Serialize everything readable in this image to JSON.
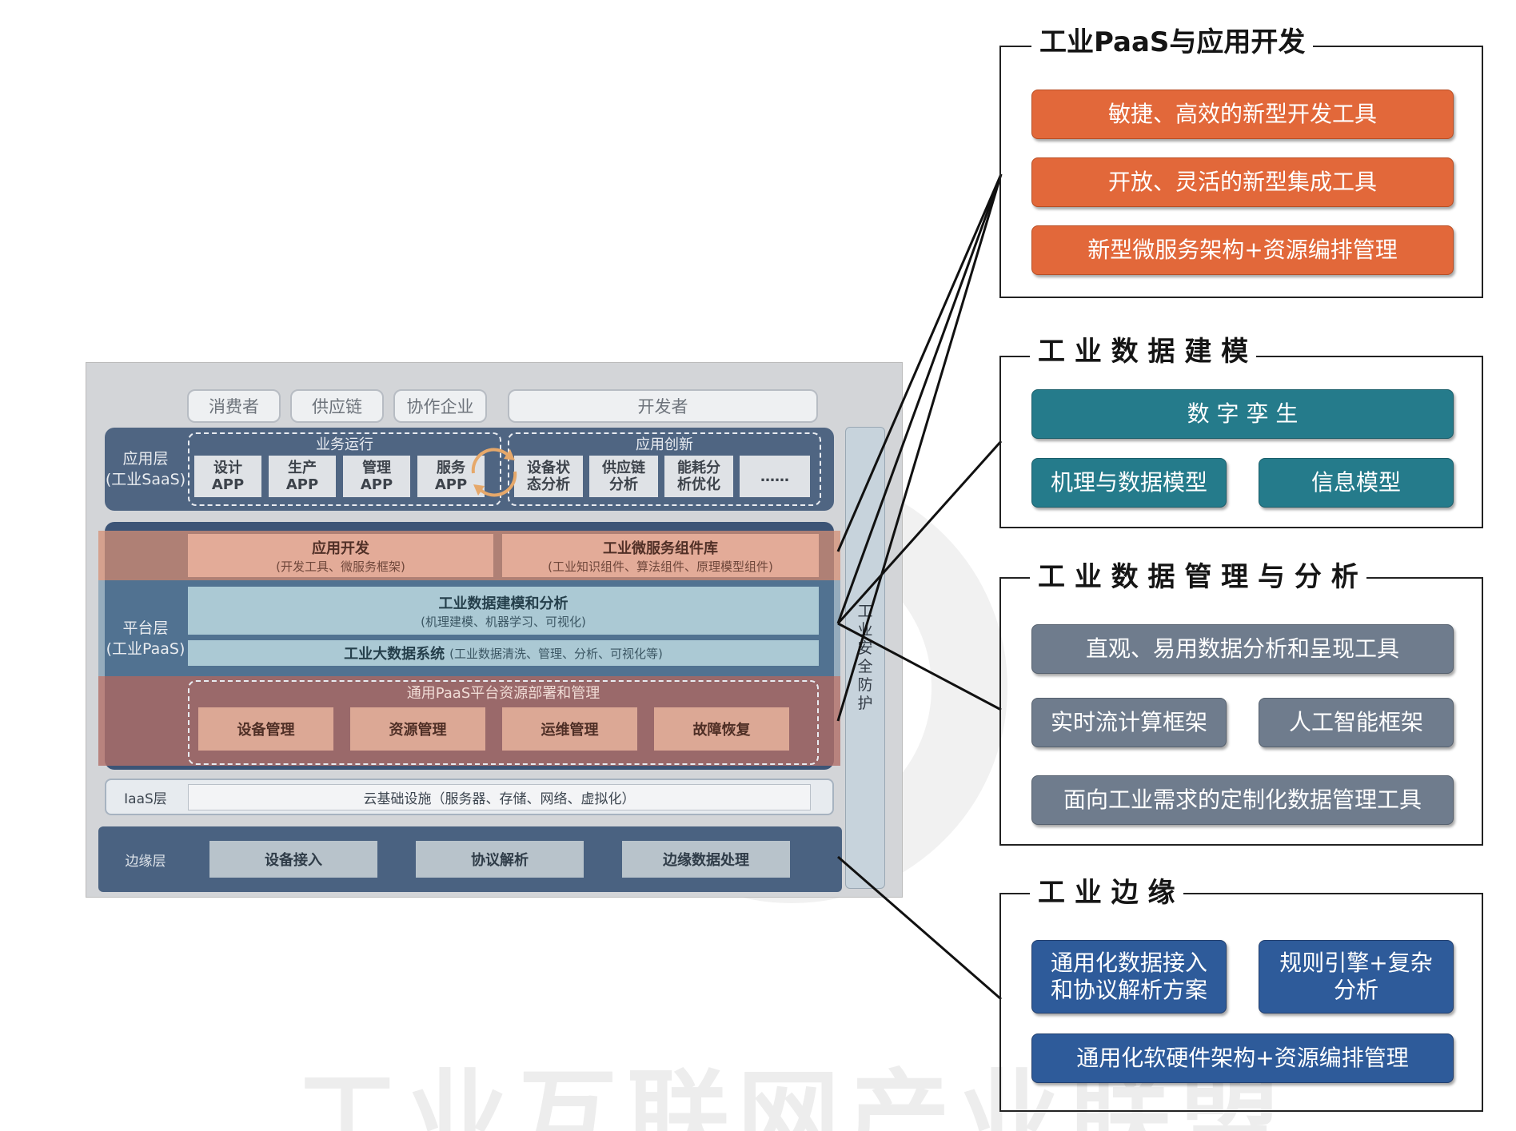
{
  "watermark": "工业互联网产业联盟",
  "diagram": {
    "top_pills": [
      "消费者",
      "供应链",
      "协作企业",
      "开发者"
    ],
    "app_layer": {
      "label": "应用层\n(工业SaaS)",
      "business_group": "业务运行",
      "business_apps": [
        "设计\nAPP",
        "生产\nAPP",
        "管理\nAPP",
        "服务\nAPP"
      ],
      "innovation_group": "应用创新",
      "innovation_apps": [
        "设备状\n态分析",
        "供应链\n分析",
        "能耗分\n析优化",
        "……"
      ]
    },
    "platform_layer": {
      "label": "平台层\n(工业PaaS)",
      "app_dev_title": "应用开发",
      "app_dev_sub": "(开发工具、微服务框架)",
      "microservice_title": "工业微服务组件库",
      "microservice_sub": "(工业知识组件、算法组件、原理模型组件)",
      "modeling_title": "工业数据建模和分析",
      "modeling_sub": "(机理建模、机器学习、可视化)",
      "bigdata_title": "工业大数据系统",
      "bigdata_sub": "(工业数据清洗、管理、分析、可视化等)",
      "resource_group": "通用PaaS平台资源部署和管理",
      "resource_items": [
        "设备管理",
        "资源管理",
        "运维管理",
        "故障恢复"
      ]
    },
    "iaas_layer": {
      "label": "IaaS层",
      "content": "云基础设施（服务器、存储、网络、虚拟化）"
    },
    "edge_layer": {
      "label": "边缘层",
      "items": [
        "设备接入",
        "协议解析",
        "边缘数据处理"
      ]
    },
    "security_column": "工业安全防护"
  },
  "panels": [
    {
      "title": "工业PaaS与应用开发",
      "boxes": [
        "敏捷、高效的新型开发工具",
        "开放、灵活的新型集成工具",
        "新型微服务架构+资源编排管理"
      ]
    },
    {
      "title": "工 业 数 据 建 模",
      "boxes": [
        "数 字 孪 生",
        "机理与数据模型",
        "信息模型"
      ]
    },
    {
      "title": "工 业 数 据 管 理 与 分 析",
      "boxes": [
        "直观、易用数据分析和呈现工具",
        "实时流计算框架",
        "人工智能框架",
        "面向工业需求的定制化数据管理工具"
      ]
    },
    {
      "title": "工 业 边 缘",
      "boxes": [
        "通用化数据接入\n和协议解析方案",
        "规则引擎+复杂\n分析",
        "通用化软硬件架构+资源编排管理"
      ]
    }
  ],
  "colors": {
    "orange": "#e2683a",
    "teal": "#257b8b",
    "slate": "#6f7c8d",
    "blue": "#2e5b9a",
    "app_band": "#4f6582",
    "platform_band": "#3c5476",
    "salmon": "#e3ab98",
    "security": "#c7d3dc"
  }
}
